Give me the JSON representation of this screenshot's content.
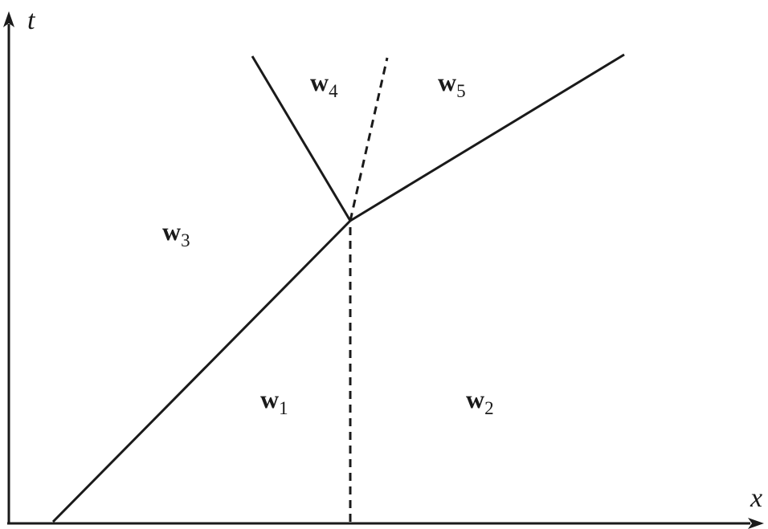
{
  "axes": {
    "x_label": "x",
    "t_label": "t"
  },
  "regions": [
    {
      "letter": "w",
      "sub": "1"
    },
    {
      "letter": "w",
      "sub": "2"
    },
    {
      "letter": "w",
      "sub": "3"
    },
    {
      "letter": "w",
      "sub": "4"
    },
    {
      "letter": "w",
      "sub": "5"
    }
  ]
}
